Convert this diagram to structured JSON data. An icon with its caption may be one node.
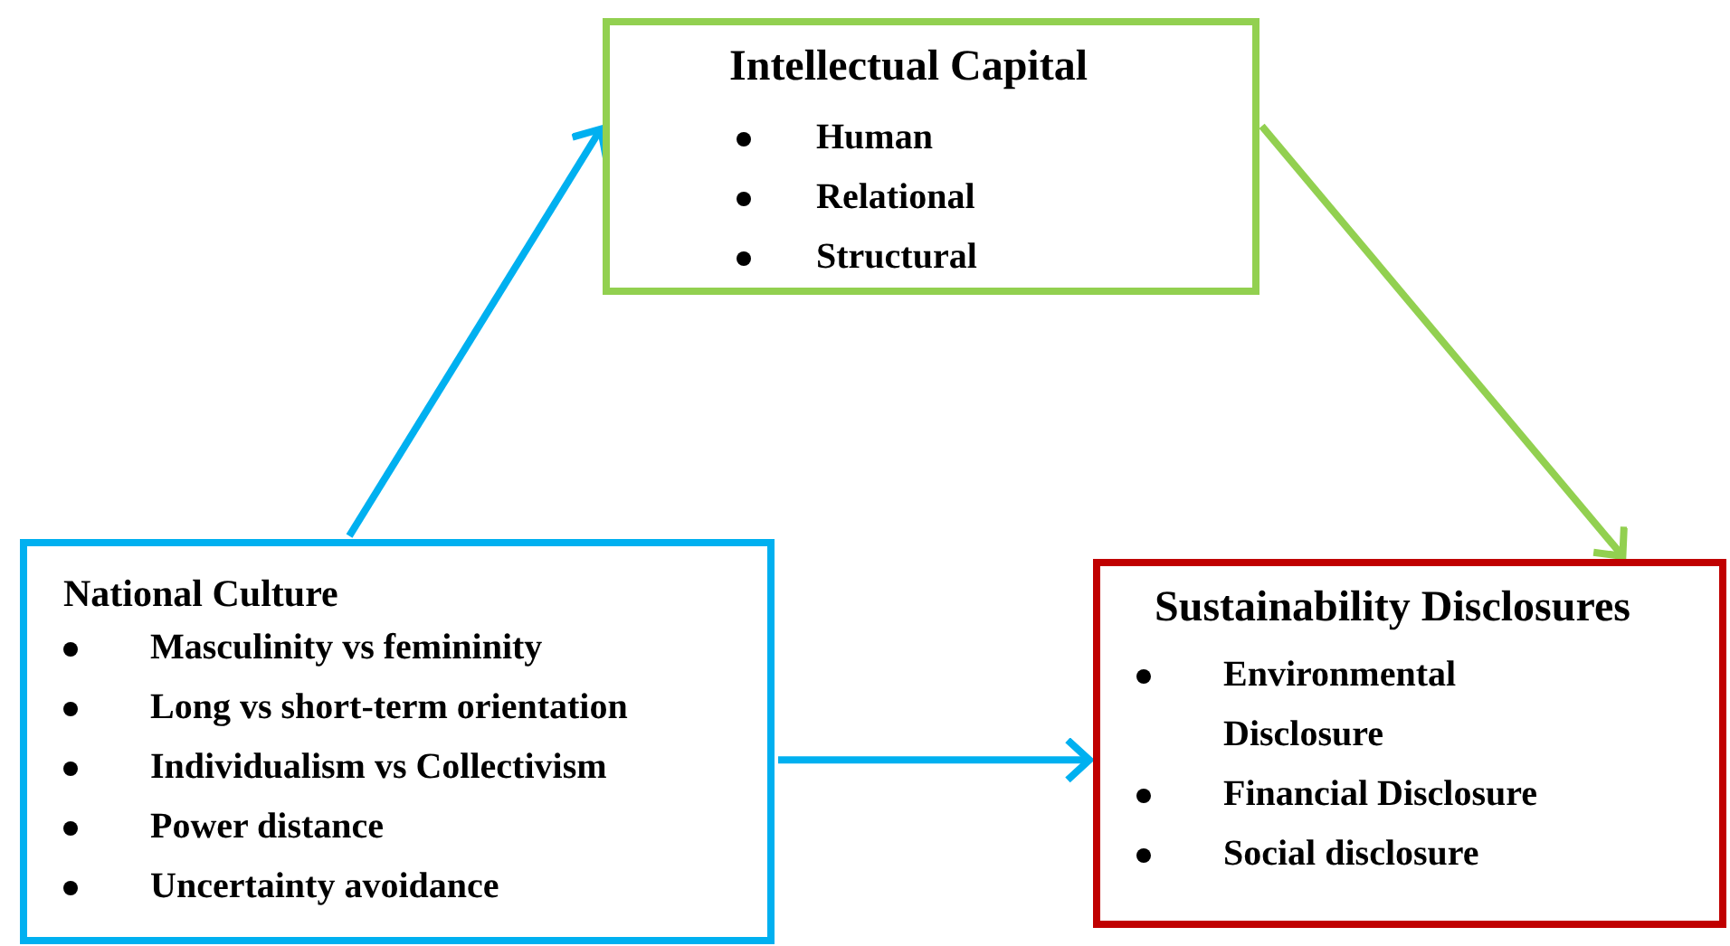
{
  "diagram": {
    "nodes": [
      {
        "text": [
          "Intellectual Capital",
          "Human",
          "Relational",
          "Structural"
        ]
      },
      {
        "text": [
          "National Culture",
          "Masculinity vs femininity",
          "Long vs short-term orientation",
          "Individualism vs Collectivism",
          "Power distance",
          "Uncertainty avoidance"
        ]
      },
      {
        "text": [
          "Sustainability Disclosures",
          "Environmental Disclosure",
          "Financial Disclosure",
          "Social disclosure"
        ]
      }
    ],
    "edges": [
      {
        "from": 1,
        "to": 0,
        "arrow": "to"
      },
      {
        "from": 0,
        "to": 2,
        "arrow": "to",
        "color": "#92d050"
      },
      {
        "from": 1,
        "to": 2,
        "arrow": "to"
      }
    ]
  }
}
